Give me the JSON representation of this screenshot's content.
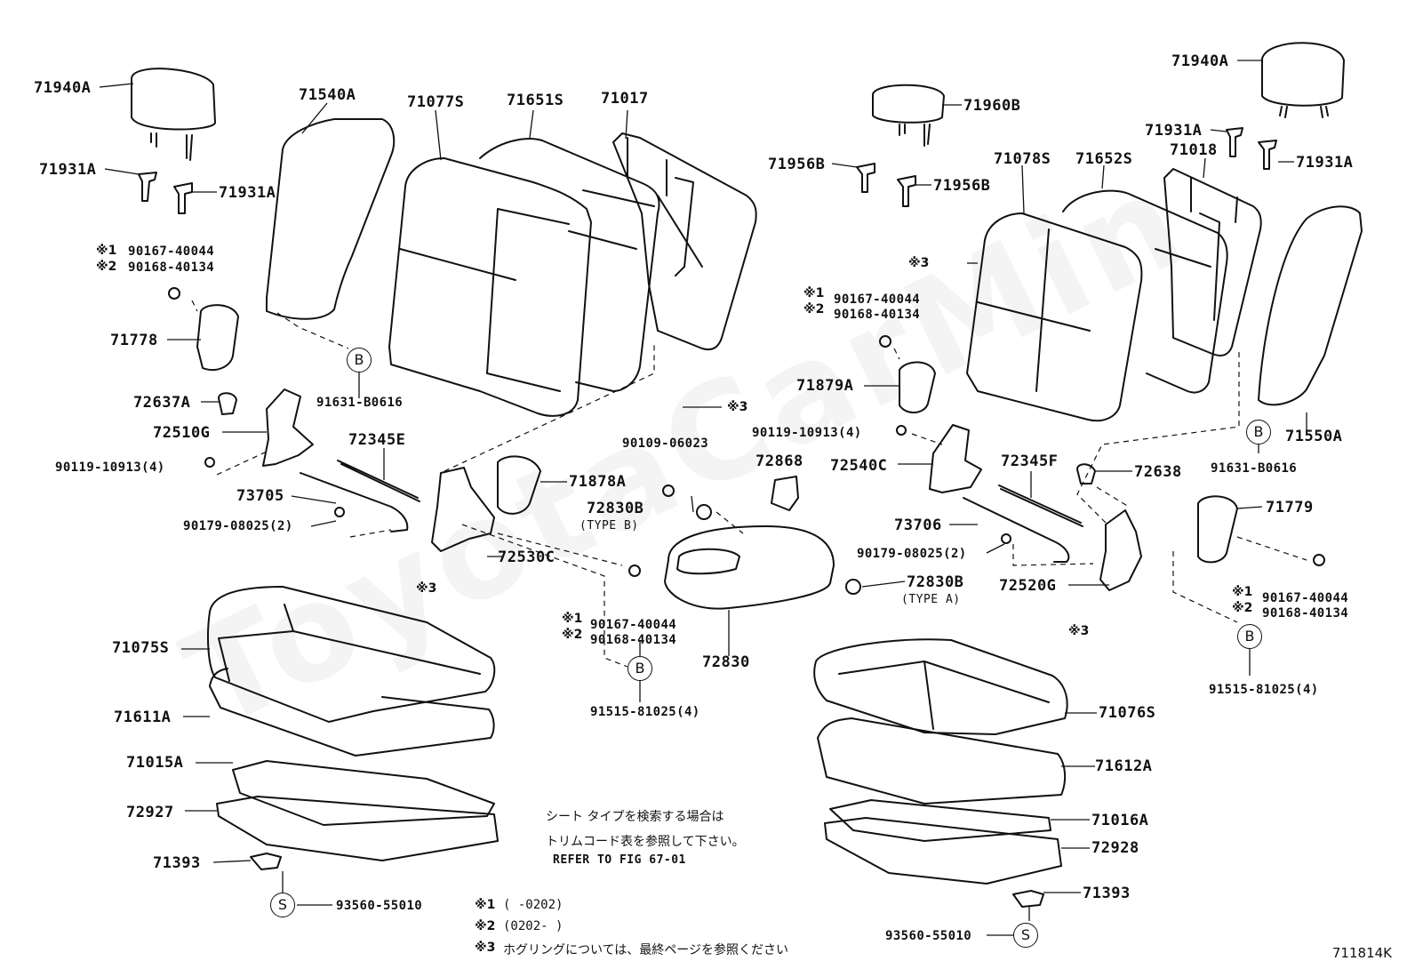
{
  "watermark": "ToyotaCarMin",
  "figure_code": "711814K",
  "callout_letters": {
    "B": "B",
    "S": "S"
  },
  "labels": {
    "p71940A_l": "71940A",
    "p71931A_l1": "71931A",
    "p71931A_l2": "71931A",
    "p71540A": "71540A",
    "p71077S": "71077S",
    "p71651S": "71651S",
    "p71017": "71017",
    "p90167_l": "90167-40044",
    "p90168_l": "90168-40134",
    "p71778": "71778",
    "p91631_l": "91631-B0616",
    "p72637A": "72637A",
    "p72510G": "72510G",
    "p90119_l": "90119-10913(4)",
    "p72345E": "72345E",
    "p73705": "73705",
    "p90179_l": "90179-08025(2)",
    "p72530C": "72530C",
    "p71878A": "71878A",
    "p90109": "90109-06023",
    "p72830B_l": "72830B",
    "type_b": "(TYPE B)",
    "p72868": "72868",
    "p72830B_r": "72830B",
    "type_a": "(TYPE A)",
    "p72830": "72830",
    "p90167_c": "90167-40044",
    "p90168_c": "90168-40134",
    "p91515_c": "91515-81025(4)",
    "p71075S": "71075S",
    "p71611A": "71611A",
    "p71015A": "71015A",
    "p72927": "72927",
    "p71393_l": "71393",
    "p93560_l": "93560-55010",
    "p71940A_r": "71940A",
    "p71960B": "71960B",
    "p71956B_1": "71956B",
    "p71956B_2": "71956B",
    "p71931A_r1": "71931A",
    "p71931A_r2": "71931A",
    "p71018": "71018",
    "p71078S": "71078S",
    "p71652S": "71652S",
    "p90167_r1": "90167-40044",
    "p90168_r1": "90168-40134",
    "p71879A": "71879A",
    "p90119_r": "90119-10913(4)",
    "p72540C": "72540C",
    "p72345F": "72345F",
    "p72638": "72638",
    "p91631_r": "91631-B0616",
    "p71550A": "71550A",
    "p73706": "73706",
    "p90179_r": "90179-08025(2)",
    "p72520G": "72520G",
    "p71779": "71779",
    "p90167_r2": "90167-40044",
    "p90168_r2": "90168-40134",
    "p91515_r": "91515-81025(4)",
    "p71076S": "71076S",
    "p71612A": "71612A",
    "p71016A": "71016A",
    "p72928": "72928",
    "p71393_r": "71393",
    "p93560_r": "93560-55010"
  },
  "marks": {
    "m1": "※1",
    "m2": "※2",
    "m3": "※3"
  },
  "notes": {
    "jp_line1": "シート タイプを検索する場合は",
    "jp_line2": "トリムコード表を参照して下さい。",
    "refer": "REFER TO FIG 67-01",
    "foot1_mark": "※1",
    "foot1_text": "(      -0202)",
    "foot2_mark": "※2",
    "foot2_text": "(0202-      )",
    "foot3_mark": "※3",
    "foot3_text": "ホグリングについては、最終ページを参照ください"
  }
}
